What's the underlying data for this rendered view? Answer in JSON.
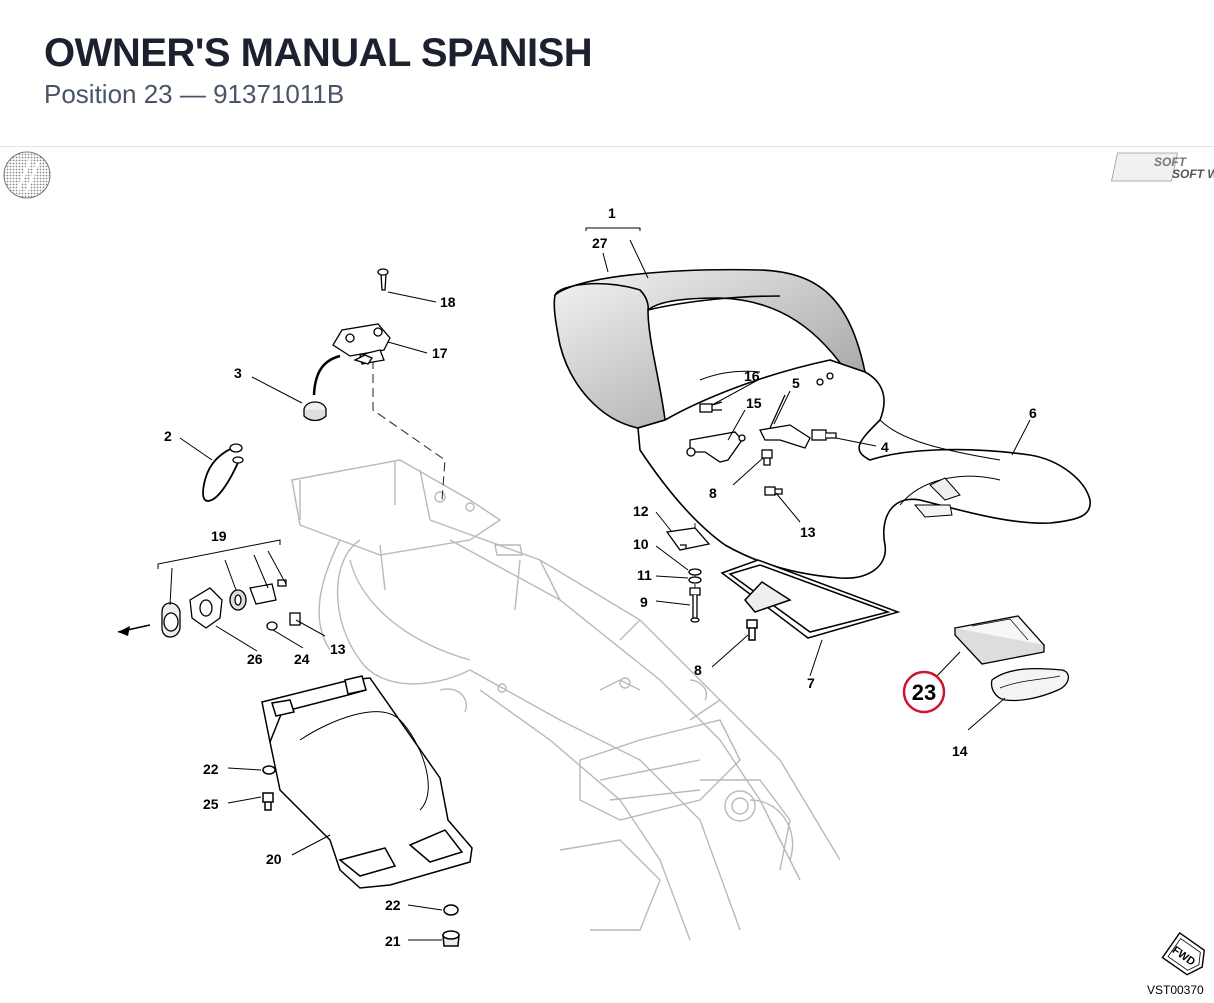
{
  "header": {
    "title": "OWNER'S MANUAL SPANISH",
    "subtitle": "Position 23 — 91371011B"
  },
  "diagram": {
    "brand_logo": "SOFT WAY",
    "reference_code": "VST00370",
    "fwd_label": "FWD",
    "highlight_color": "#d0142c",
    "highlighted_position": "23",
    "callouts": {
      "c1": "1",
      "c27": "27",
      "c18": "18",
      "c17": "17",
      "c3": "3",
      "c2": "2",
      "c16": "16",
      "c5": "5",
      "c15": "15",
      "c4": "4",
      "c6": "6",
      "c8a": "8",
      "c13a": "13",
      "c12": "12",
      "c10": "10",
      "c11": "11",
      "c9": "9",
      "c8b": "8",
      "c7": "7",
      "c19": "19",
      "c13b": "13",
      "c24": "24",
      "c26": "26",
      "c22a": "22",
      "c25": "25",
      "c20": "20",
      "c22b": "22",
      "c21": "21",
      "c14": "14"
    }
  }
}
